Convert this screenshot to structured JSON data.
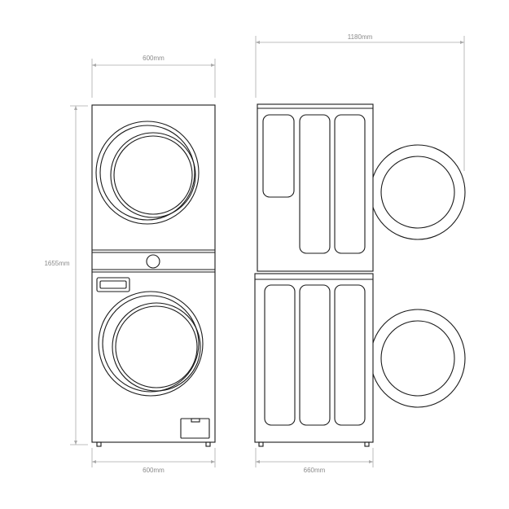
{
  "dimensions": {
    "top_width_front": "600mm",
    "total_width_side": "1180mm",
    "height": "1655mm",
    "bottom_width_front": "600mm",
    "depth_side": "660mm"
  },
  "colors": {
    "outline": "#1a1a1a",
    "dimension_line": "#aaaaaa",
    "dimension_text": "#8a8a8a",
    "background": "#ffffff"
  }
}
